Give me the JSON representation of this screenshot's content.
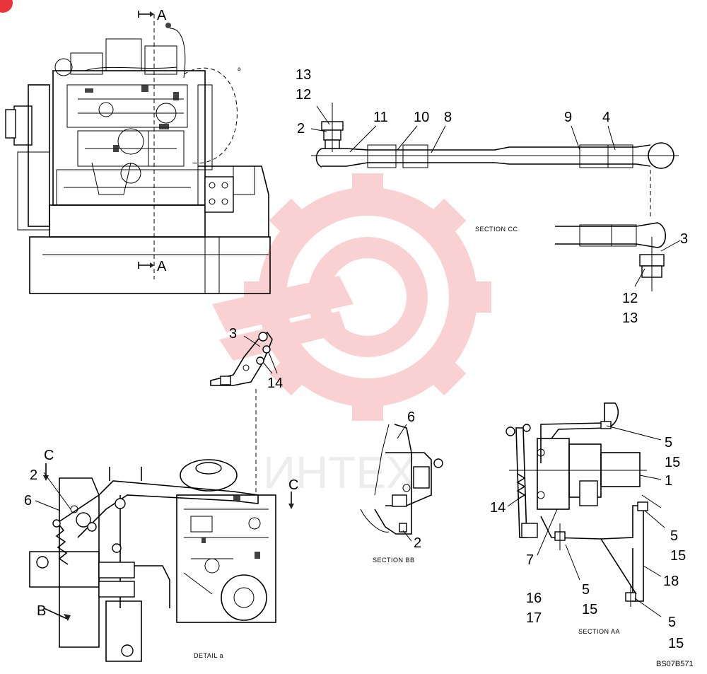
{
  "drawing_code": "BS07B571",
  "watermark": {
    "text": "ИНТЕХ",
    "color": "#e8343a"
  },
  "section_marks": {
    "a_top": "A",
    "a_bottom": "A",
    "detail_a": "a",
    "c_left": "C",
    "c_right": "C",
    "b": "B"
  },
  "captions": {
    "section_cc": "SECTION CC",
    "section_bb": "SECTION BB",
    "section_aa": "SECTION AA",
    "detail_a": "DETAIL a"
  },
  "callouts": {
    "cc": {
      "n13_top": "13",
      "n12_top": "12",
      "n2": "2",
      "n11": "11",
      "n10": "10",
      "n8": "8",
      "n9": "9",
      "n4": "4",
      "n3": "3",
      "n12_bot": "12",
      "n13_bot": "13"
    },
    "mid": {
      "n3": "3",
      "n14": "14"
    },
    "detail": {
      "n2": "2",
      "n6": "6"
    },
    "bb": {
      "n6": "6",
      "n2": "2"
    },
    "aa": {
      "n5_a": "5",
      "n15_a": "15",
      "n1": "1",
      "n14": "14",
      "n5_b": "5",
      "n15_b": "15",
      "n7": "7",
      "n16": "16",
      "n17": "17",
      "n5_c": "5",
      "n15_c": "15",
      "n18": "18",
      "n5_d": "5",
      "n15_d": "15"
    }
  }
}
